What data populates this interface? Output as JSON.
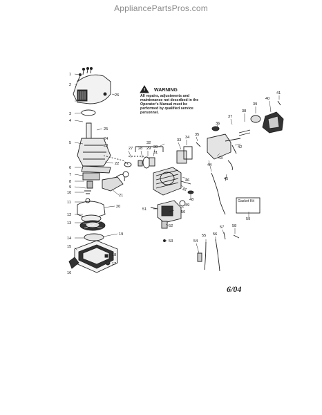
{
  "header": {
    "site_name": "AppliancePartsPros.com"
  },
  "warning": {
    "title": "WARNING",
    "body": "All repairs, adjustments and maintenance not described in the Operator's Manual must be performed by qualified service personnel."
  },
  "gasket_kit": {
    "label": "Gasket Kit"
  },
  "footer": {
    "date": "6/04"
  },
  "callouts": [
    "1",
    "2",
    "3",
    "4",
    "5",
    "6",
    "7",
    "8",
    "9",
    "10",
    "11",
    "12",
    "13",
    "14",
    "15",
    "16",
    "17",
    "18",
    "19",
    "20",
    "21",
    "22",
    "23",
    "24",
    "25",
    "26",
    "27",
    "28",
    "29",
    "30",
    "31",
    "32",
    "33",
    "34",
    "35",
    "36",
    "37",
    "38",
    "39",
    "40",
    "41",
    "42",
    "43",
    "44",
    "45",
    "46",
    "47",
    "48",
    "49",
    "50",
    "51",
    "52",
    "53",
    "54",
    "55",
    "56",
    "57",
    "58",
    "59"
  ],
  "colors": {
    "ink": "#222222",
    "site": "#8a8a8a"
  }
}
